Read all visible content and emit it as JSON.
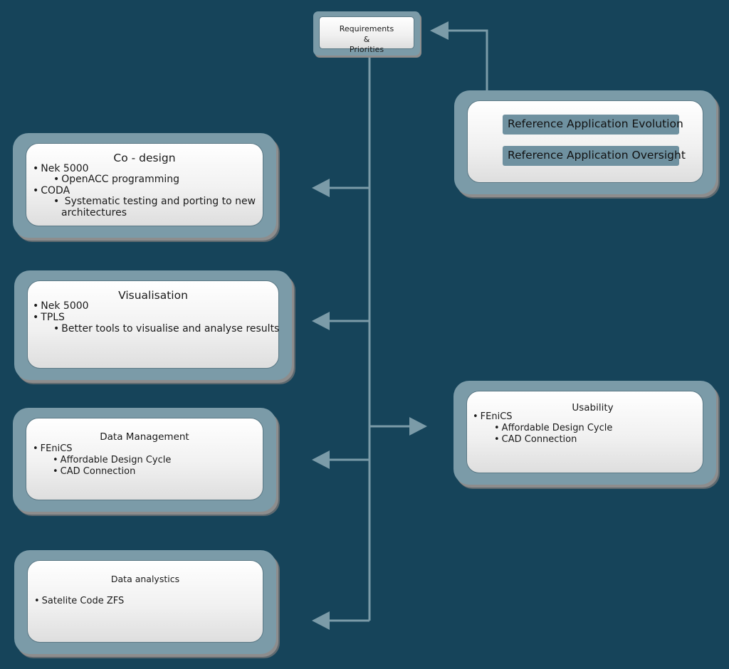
{
  "requirements": {
    "line1": "Requirements",
    "line2": "&",
    "line3": "Priorities"
  },
  "reference": {
    "items": [
      {
        "label": "Reference Application Evolution"
      },
      {
        "label": "Reference Application Oversight"
      }
    ]
  },
  "codesign": {
    "title": "Co - design",
    "b1": "Nek 5000",
    "b1_1": "OpenACC programming",
    "b2": "CODA",
    "b2_1_l1": "Systematic testing and porting to new",
    "b2_1_l2": "architectures"
  },
  "visualisation": {
    "title": "Visualisation",
    "b1": "Nek 5000",
    "b2": "TPLS",
    "b2_1": "Better tools to visualise and analyse results"
  },
  "datamanagement": {
    "title": "Data Management",
    "b1": "FEniCS",
    "b1_1": "Affordable Design Cycle",
    "b1_2": "CAD Connection"
  },
  "dataanalytics": {
    "title": "Data analystics",
    "b1": "Satelite Code ZFS"
  },
  "usability": {
    "title": "Usability",
    "b1": "FEniCS",
    "b1_1": "Affordable Design Cycle",
    "b1_2": "CAD Connection"
  },
  "colors": {
    "background": "#16445a",
    "frame": "#7b9ba8",
    "connector": "#7b9ba8"
  }
}
